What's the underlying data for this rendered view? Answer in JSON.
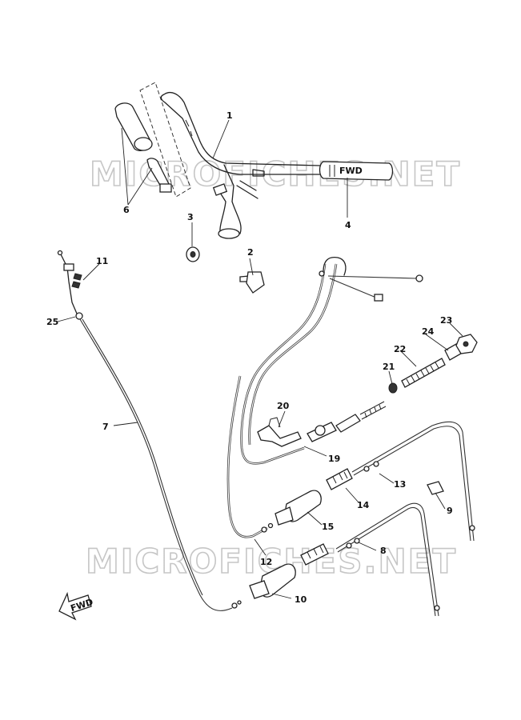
{
  "watermarks": [
    "MICROFICHES.NET",
    "MICROFICHES.NET"
  ],
  "arrow_label": "FWD",
  "callouts": [
    "1",
    "2",
    "3",
    "4",
    "6",
    "7",
    "8",
    "9",
    "10",
    "11",
    "12",
    "13",
    "14",
    "15",
    "19",
    "20",
    "21",
    "22",
    "23",
    "24",
    "25"
  ]
}
